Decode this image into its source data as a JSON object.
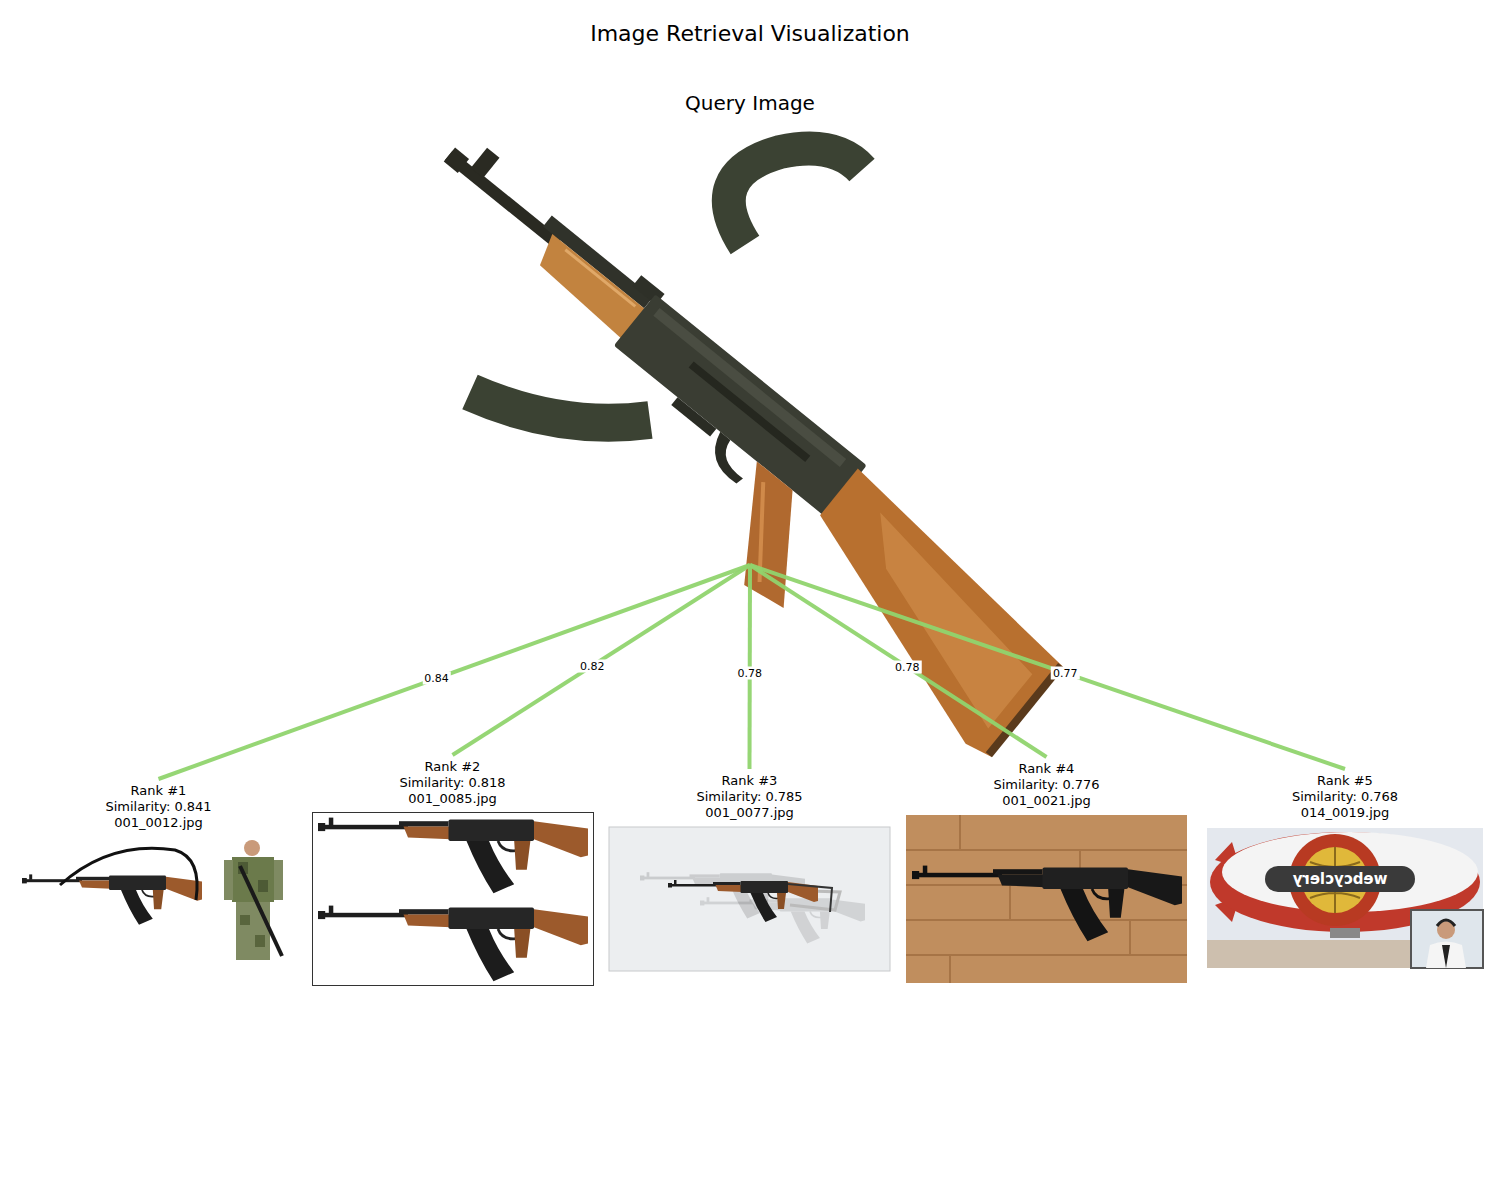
{
  "diagram": {
    "title": "Image Retrieval Visualization",
    "nodes": [
      {
        "text": [
          "Query Image"
        ]
      },
      {
        "text": [
          "Rank #1",
          "Similarity: 0.841",
          "001_0012.jpg"
        ]
      },
      {
        "text": [
          "Rank #2",
          "Similarity: 0.818",
          "001_0085.jpg"
        ]
      },
      {
        "text": [
          "Rank #3",
          "Similarity: 0.785",
          "001_0077.jpg"
        ]
      },
      {
        "text": [
          "Rank #4",
          "Similarity: 0.776",
          "001_0021.jpg"
        ]
      },
      {
        "text": [
          "Rank #5",
          "Similarity: 0.768",
          "014_0019.jpg"
        ]
      }
    ],
    "edges": [
      {
        "from": 0,
        "to": 1,
        "arrow": "none",
        "label": "0.84"
      },
      {
        "from": 0,
        "to": 2,
        "arrow": "none",
        "label": "0.82"
      },
      {
        "from": 0,
        "to": 3,
        "arrow": "none",
        "label": "0.78"
      },
      {
        "from": 0,
        "to": 4,
        "arrow": "none",
        "label": "0.78"
      },
      {
        "from": 0,
        "to": 5,
        "arrow": "none",
        "label": "0.77"
      }
    ],
    "labels": [
      "webcyclery"
    ]
  }
}
